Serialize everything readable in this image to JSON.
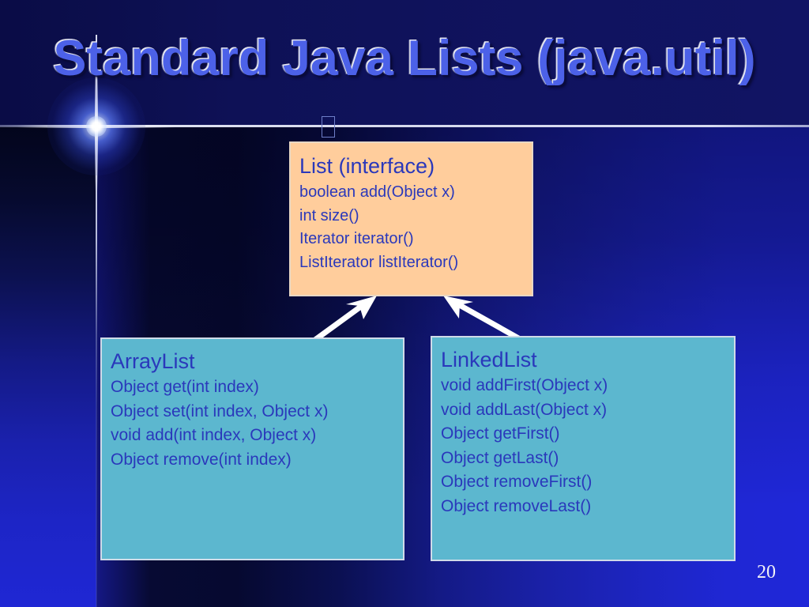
{
  "slide": {
    "title": "Standard Java Lists (java.util)",
    "page_number": "20",
    "stray_glyph": "",
    "colors": {
      "title_text": "#4c61e8",
      "header_band": "#101463",
      "interface_box_fill": "#ffcd9c",
      "class_box_fill": "#5cb7cf",
      "box_text": "#2a38bb",
      "arrow": "#ffffff",
      "background_right": "#1f27d8",
      "background_left_dark": "#060930"
    }
  },
  "diagram": {
    "interface_box": {
      "name": "List (interface)",
      "members": [
        "boolean add(Object x)",
        "int size()",
        "Iterator iterator()",
        "ListIterator listIterator()"
      ]
    },
    "class_boxes": [
      {
        "name": "ArrayList",
        "members": [
          "Object get(int index)",
          "Object set(int index, Object x)",
          "void add(int index, Object x)",
          "Object remove(int index)"
        ]
      },
      {
        "name": "LinkedList",
        "members": [
          "void addFirst(Object x)",
          "void addLast(Object x)",
          "Object getFirst()",
          "Object getLast()",
          "Object removeFirst()",
          "Object removeLast()"
        ]
      }
    ],
    "relations": [
      {
        "from": "ArrayList",
        "to": "List (interface)",
        "kind": "implements-arrow"
      },
      {
        "from": "LinkedList",
        "to": "List (interface)",
        "kind": "implements-arrow"
      }
    ]
  }
}
